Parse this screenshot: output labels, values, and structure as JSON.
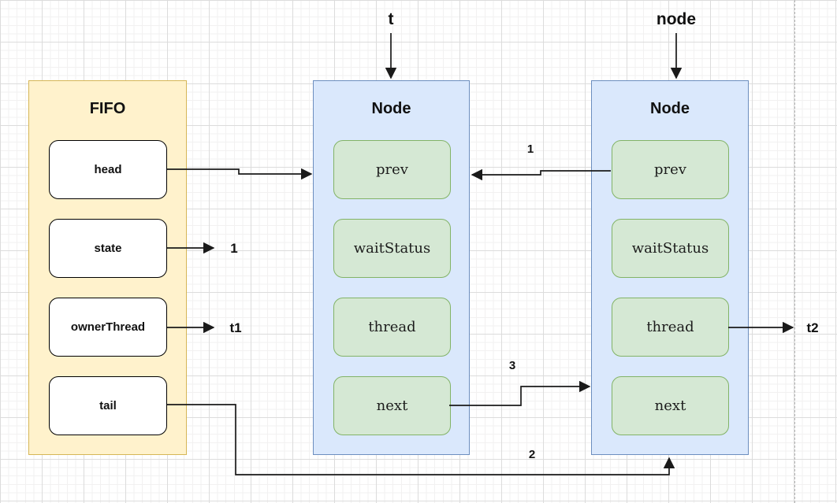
{
  "colors": {
    "fifo_fill": "#FFF2CC",
    "fifo_border": "#D6B656",
    "node_fill": "#DAE8FC",
    "node_border": "#6C8EBF",
    "field_fill": "#D5E8D4",
    "field_border": "#82B366",
    "arrow": "#1a1a1a"
  },
  "fifo": {
    "title": "FIFO",
    "fields": [
      "head",
      "state",
      "ownerThread",
      "tail"
    ]
  },
  "node_left": {
    "title": "Node",
    "fields": [
      "prev",
      "waitStatus",
      "thread",
      "next"
    ]
  },
  "node_right": {
    "title": "Node",
    "fields": [
      "prev",
      "waitStatus",
      "thread",
      "next"
    ]
  },
  "labels": {
    "thread_pointer": "t",
    "node_pointer": "node",
    "state_value": "1",
    "owner_thread_value": "t1",
    "right_thread_value": "t2",
    "edge_prev_order": "1",
    "edge_tail_order": "2",
    "edge_next_order": "3"
  }
}
